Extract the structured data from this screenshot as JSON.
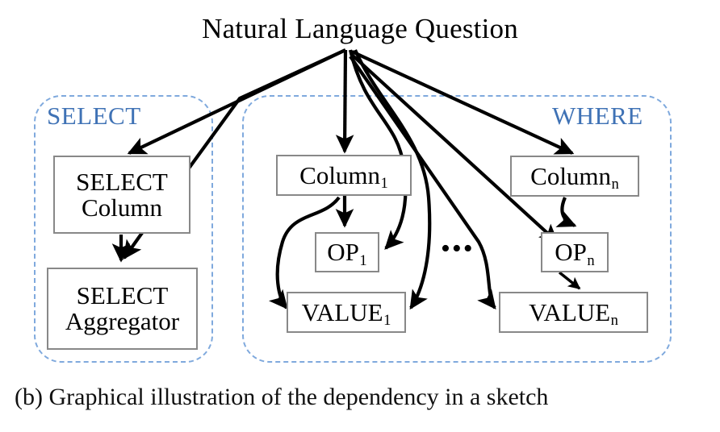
{
  "figure": {
    "title": "Natural Language Question",
    "caption": "(b) Graphical illustration of the dependency in a sketch",
    "accent_color": "#3f72b5",
    "border_color": "#7fa9dd",
    "box_border_color": "#888888",
    "arrow_color": "#000000",
    "background": "#ffffff"
  },
  "groups": [
    {
      "id": "select",
      "label": "SELECT"
    },
    {
      "id": "where",
      "label": "WHERE"
    }
  ],
  "nodes": [
    {
      "id": "select-column",
      "line1": "SELECT",
      "line2": "Column",
      "subscript": ""
    },
    {
      "id": "select-aggregator",
      "line1": "SELECT",
      "line2": "Aggregator",
      "subscript": ""
    },
    {
      "id": "column-1",
      "line1": "Column",
      "line2": "",
      "subscript": "1"
    },
    {
      "id": "op-1",
      "line1": "OP",
      "line2": "",
      "subscript": "1"
    },
    {
      "id": "value-1",
      "line1": "VALUE",
      "line2": "",
      "subscript": "1"
    },
    {
      "id": "column-n",
      "line1": "Column",
      "line2": "",
      "subscript": "n"
    },
    {
      "id": "op-n",
      "line1": "OP",
      "line2": "",
      "subscript": "n"
    },
    {
      "id": "value-n",
      "line1": "VALUE",
      "line2": "",
      "subscript": "n"
    }
  ],
  "ellipsis": "•••",
  "edges": [
    {
      "from": "question",
      "to": "select-column"
    },
    {
      "from": "question",
      "to": "select-aggregator"
    },
    {
      "from": "question",
      "to": "column-1"
    },
    {
      "from": "question",
      "to": "op-1"
    },
    {
      "from": "question",
      "to": "value-1"
    },
    {
      "from": "question",
      "to": "column-n"
    },
    {
      "from": "question",
      "to": "op-n"
    },
    {
      "from": "question",
      "to": "value-n"
    },
    {
      "from": "select-column",
      "to": "select-aggregator"
    },
    {
      "from": "column-1",
      "to": "op-1"
    },
    {
      "from": "column-1",
      "to": "value-1"
    },
    {
      "from": "column-n",
      "to": "op-n"
    },
    {
      "from": "op-n",
      "to": "value-n"
    }
  ]
}
